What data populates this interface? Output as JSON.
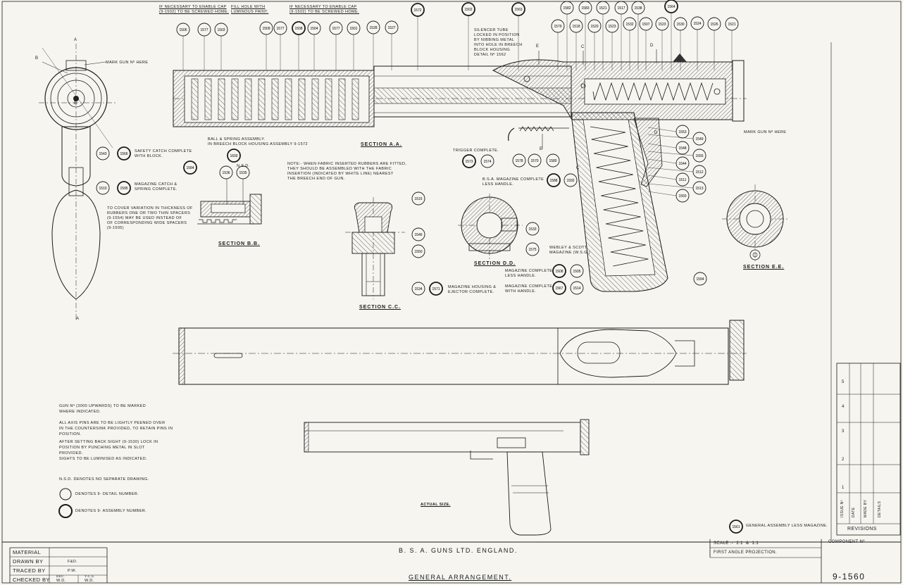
{
  "top_notes": {
    "cap_note_1": "IF NECESSARY TO ENABLE CAP\n(9-1502) TO BE SCREWED HOME.",
    "fill_hole": "FILL HOLE WITH\nLUMINOUS PAINT.",
    "cap_note_2": "IF NECESSARY TO ENABLE CAP\n(9-1502) TO BE SCREWED HOME."
  },
  "callouts": {
    "mark_gun_top": "MARK GUN Nº HERE",
    "mark_gun_right": "MARK GUN Nº HERE",
    "safety_catch": "SAFETY CATCH COMPLETE\nWITH BLOCK.",
    "magazine_catch": "MAGAZINE CATCH &\nSPRING COMPLETE.",
    "ball_spring": "BALL & SPRING ASSEMBLY.\nIN BREECH BLOCK HOUSING ASSEMBLY 9-1572",
    "fabric_note": "NOTE:- WHEN FABRIC INSERTED RUBBERS ARE FITTED,\nTHEY SHOULD BE ASSEMBLED WITH THE FABRIC\nINSERTION (INDICATED BY WHITE LINE) NEAREST\nTHE BREECH END OF GUN.",
    "silencer_tube": "SILENCER TUBE\nLOCKED IN POSITION\nBY NIBBING METAL\nINTO HOLE IN BREECH\nBLOCK HOUSING\nDETAIL Nº 1562",
    "trigger": "TRIGGER COMPLETE.",
    "bsa_magazine": "B.S.A. MAGAZINE COMPLETE\nLESS HANDLE.",
    "spacers": "TO COVER VARIATION IN THICKNESS OF\nRUBBERS ONE OR TWO THIN SPACERS\n(9-1554) MAY BE USED INSTEAD OF\nOF CORRESPONDING WIDE SPACERS\n(9-1505)",
    "webley": "WEBLEY & SCOTT\nMAGAZINE (W.S.G.)",
    "mag_less_handle": "MAGAZINE COMPLETE\nLESS HANDLE.",
    "mag_with_handle": "MAGAZINE COMPLETE\nWITH HANDLE.",
    "mag_housing": "MAGAZINE HOUSING &\nEJECTOR COMPLETE.",
    "general_assembly": "GENERAL ASSEMBLY LESS MAGAZINE."
  },
  "sections": {
    "aa": "SECTION A.A.",
    "bb": "SECTION B.B.",
    "cc": "SECTION C.C.",
    "dd": "SECTION D.D.",
    "ee": "SECTION E.E."
  },
  "notes": {
    "gun_no": "GUN Nº (3000 UPWARDS) TO BE MARKED\nWHERE INDICATED.",
    "axis_pins": "ALL AXIS PINS ARE TO BE LIGHTLY PEENED OVER\nIN THE COUNTERSINK PROVIDED, TO RETAIN PINS IN\nPOSITION.",
    "back_sight": "AFTER SETTING BACK SIGHT (9-1530) LOCK IN\nPOSITION BY PUNCHING METAL IN SLOT\nPROVIDED.\nSIGHTS TO BE LUMINISED AS INDICATED.",
    "nsd": "N.S.D. DENOTES NO SEPARATE DRAWING.",
    "legend_detail": "DENOTES 9- DETAIL NUMBER.",
    "legend_assembly": "DENOTES 9- ASSEMBLY NUMBER.",
    "actual_size": "ACTUAL SIZE."
  },
  "section_letters": [
    "A",
    "A",
    "B",
    "B",
    "C",
    "C",
    "D",
    "D",
    "E",
    "E"
  ],
  "part_numbers": {
    "top_row": [
      "1506",
      "1577",
      "1503",
      "1509",
      "1577",
      "1508",
      "1504",
      "1577",
      "1501",
      "1528",
      "1527",
      "1572",
      "1502",
      "1563",
      "1579",
      "1582",
      "1518",
      "1583",
      "1520",
      "1521",
      "1523",
      "1517",
      "1532",
      "1538",
      "1507",
      "1564",
      "1523",
      "1530",
      "1524",
      "1526",
      "1521"
    ],
    "right_cluster": [
      "1553",
      "1549",
      "1548",
      "1555",
      "1544",
      "1512",
      "1511",
      "1513",
      "1550"
    ],
    "trigger_row": [
      "1573",
      "1574",
      "1578",
      "1570",
      "1580"
    ],
    "left_view": [
      "1543",
      "1566",
      "1510",
      "1595"
    ],
    "section_bb": [
      "1584",
      "1600",
      "1536",
      "1535"
    ],
    "section_cc": [
      "1515",
      "1546",
      "1550",
      "1534",
      "1571"
    ],
    "section_dd": [
      "1533",
      "1575"
    ],
    "magazine": [
      "1588",
      "1592",
      "1508",
      "1505",
      "1567",
      "1514",
      "1594"
    ],
    "general": "1561"
  },
  "bb_tag": "N.S.D.",
  "title_block": {
    "left_labels": [
      "MATERIAL",
      "DRAWN BY",
      "TRACED BY",
      "CHECKED BY"
    ],
    "left_values": [
      "",
      "F&D.",
      "P.W.",
      "W.D."
    ],
    "sub_labels": [
      "DEC.",
      "Y.C.S."
    ],
    "sub_values": [
      "W.D.",
      "W.D."
    ],
    "company": "B. S. A. GUNS  LTD.  ENGLAND.",
    "title": "GENERAL  ARRANGEMENT.",
    "scale": "SCALE :-  2:1  &  1:1",
    "projection": "FIRST ANGLE PROJECTION.",
    "component_label": "COMPONENT Nº",
    "component_no": "9-1560",
    "revisions": "REVISIONS",
    "rev_headers": [
      "ISSUE Nº",
      "DATE",
      "MADE BY",
      "DETAILS"
    ],
    "rev_issues": [
      "1",
      "2",
      "3",
      "4",
      "5"
    ]
  }
}
